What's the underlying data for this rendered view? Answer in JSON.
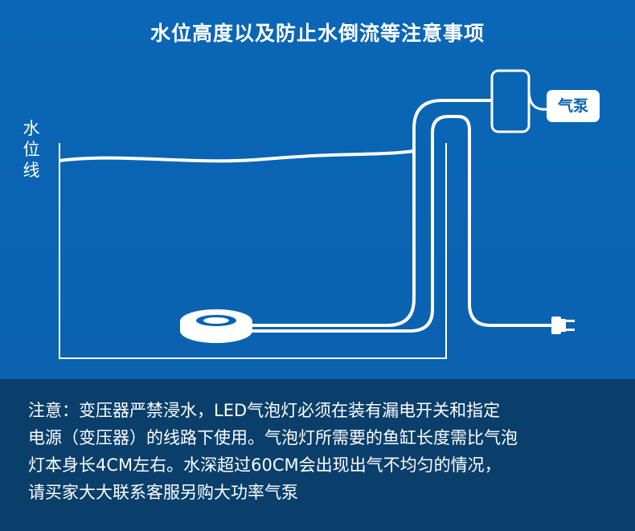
{
  "title": "水位高度以及防止水倒流等注意事项",
  "water_line_label": "水位线",
  "pump_label": "气泵",
  "note_lines": [
    "注意：变压器严禁浸水，LED气泡灯必须在装有漏电开关和指定",
    "电源（变压器）的线路下使用。气泡灯所需要的鱼缸长度需比气泡",
    "灯本身长4CM左右。水深超过60CM会出现出气不均匀的情况，",
    "请买家大大联系客服另购大功率气泵"
  ],
  "colors": {
    "upper_background": "#0a64b3",
    "lower_background": "#0a3f6b",
    "line": "#ffffff",
    "pump_text": "#0a62b0"
  }
}
